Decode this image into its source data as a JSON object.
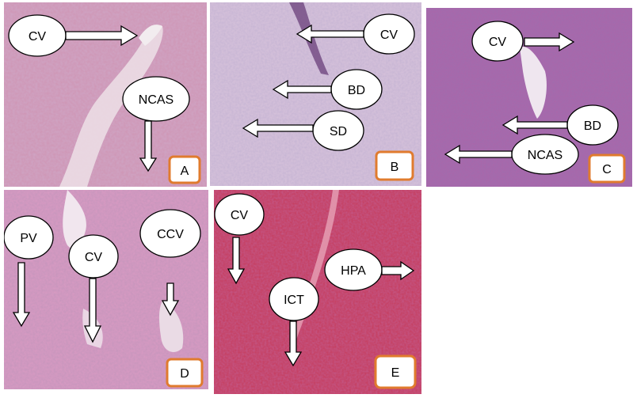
{
  "accent_colors": {
    "badge_border": "#e07b2e",
    "callout_fill": "#ffffff",
    "callout_stroke": "#000000"
  },
  "panels": [
    {
      "letter": "A",
      "stain_color": "#cf97b6",
      "labels": [
        "CV",
        "NCAS"
      ]
    },
    {
      "letter": "B",
      "stain_color": "#d3bfd9",
      "labels": [
        "CV",
        "BD",
        "SD"
      ]
    },
    {
      "letter": "C",
      "stain_color": "#a967aa",
      "labels": [
        "CV",
        "BD",
        "NCAS"
      ]
    },
    {
      "letter": "D",
      "stain_color": "#d79ac2",
      "labels": [
        "PV",
        "CV",
        "CCV"
      ]
    },
    {
      "letter": "E",
      "stain_color": "#c53d5e",
      "labels": [
        "CV",
        "HPA",
        "ICT"
      ]
    }
  ]
}
